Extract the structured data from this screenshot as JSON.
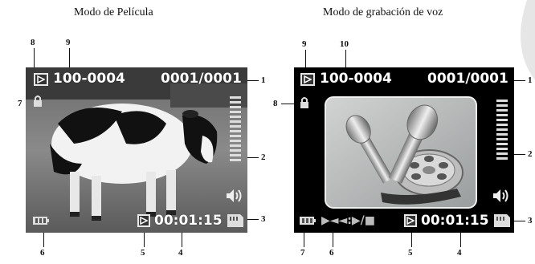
{
  "left_panel": {
    "title": "Modo de Película",
    "file_number": "100-0004",
    "counter": "0001/0001",
    "time": "00:01:15",
    "callouts": [
      "1",
      "2",
      "3",
      "4",
      "5",
      "6",
      "7",
      "8",
      "9"
    ]
  },
  "right_panel": {
    "title": "Modo de grabación de voz",
    "file_number": "100-0004",
    "counter": "0001/0001",
    "time": "00:01:15",
    "controls": "▶◄◄:▶/■",
    "callouts": [
      "1",
      "2",
      "3",
      "4",
      "5",
      "6",
      "7",
      "8",
      "9",
      "10"
    ]
  },
  "colors": {
    "screen_bg": "#000000",
    "osd_text": "#ffffff",
    "mic_panel": "#b9bcbc"
  },
  "icons": [
    "play-mode-icon",
    "lock-icon",
    "volume-bar-icon",
    "speaker-icon",
    "memory-card-icon",
    "battery-icon",
    "microphone-illustration-icon",
    "film-reel-icon"
  ]
}
